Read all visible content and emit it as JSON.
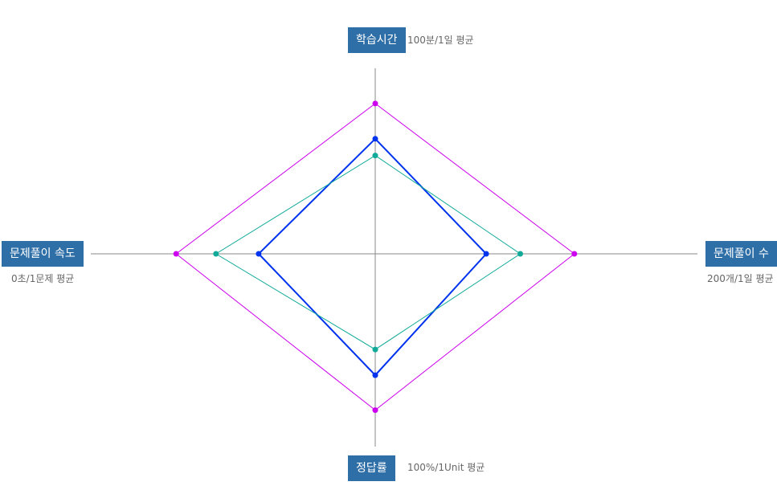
{
  "chart_data": {
    "type": "radar",
    "axes": [
      {
        "key": "top",
        "label": "학습시간",
        "sublabel": "100분/1일 평균"
      },
      {
        "key": "right",
        "label": "문제풀이 수",
        "sublabel": "200개/1일 평균"
      },
      {
        "key": "bottom",
        "label": "정답률",
        "sublabel": "100%/1Unit 평균"
      },
      {
        "key": "left",
        "label": "문제풀이 속도",
        "sublabel": "0초/1문제 평균"
      }
    ],
    "range": [
      0,
      100
    ],
    "series": [
      {
        "color": "#cc00ee",
        "stroke_weight": "thin",
        "values": [
          81,
          70,
          85,
          70
        ]
      },
      {
        "color": "#0033ee",
        "stroke_weight": "bold",
        "values": [
          62,
          39,
          66,
          41
        ]
      },
      {
        "color": "#11aa99",
        "stroke_weight": "thin",
        "values": [
          53,
          51,
          52,
          56
        ]
      }
    ],
    "axis_color": "#888888",
    "legend": "none"
  }
}
